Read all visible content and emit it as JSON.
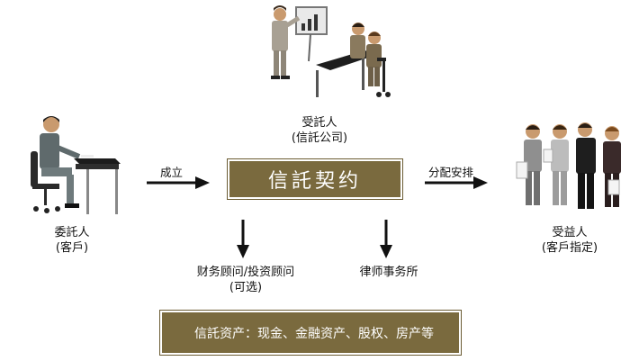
{
  "trustee": {
    "line1": "受託人",
    "line2": "(信託公司)"
  },
  "settlor": {
    "line1": "委託人",
    "line2": "(客戶)"
  },
  "beneficiary": {
    "line1": "受益人",
    "line2": "(客戶指定)"
  },
  "contract": {
    "label": "信託契约"
  },
  "arrows": {
    "establish": "成立",
    "distribute": "分配安排"
  },
  "advisors": {
    "line1": "财务顾问/投资顾问",
    "line2": "(可选)"
  },
  "law_firm": {
    "label": "律师事务所"
  },
  "assets": {
    "label": "信託资产：现金、金融资产、股权、房产等"
  },
  "colors": {
    "box": "#7a6a3e",
    "text": "#111111",
    "arrow": "#111111"
  },
  "icons": [
    "presenter-meeting-illustration",
    "seated-writer-illustration",
    "businessmen-group-illustration"
  ]
}
